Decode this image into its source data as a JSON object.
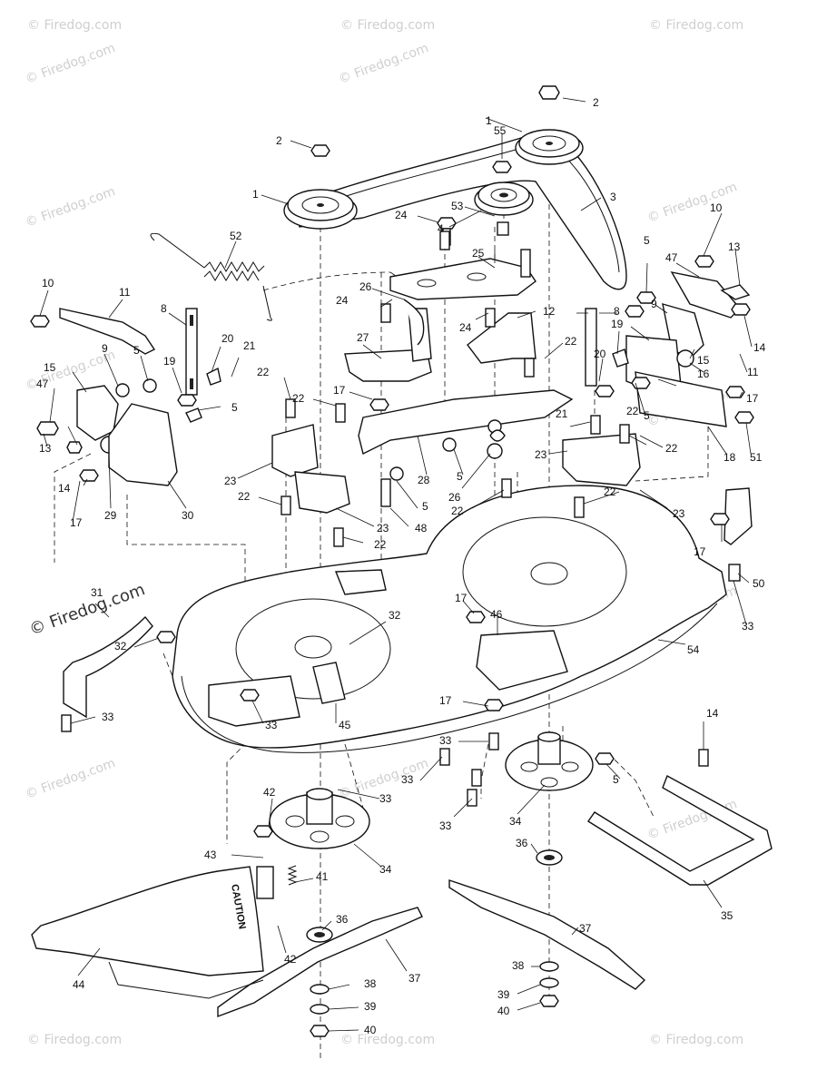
{
  "watermark": {
    "text": "© Firedog.com"
  },
  "decal": {
    "text": "CAUTION"
  },
  "callouts": {
    "p1a": "1",
    "p1b": "1",
    "p2a": "2",
    "p2b": "2",
    "p3": "3",
    "p4": "4",
    "p5a": "5",
    "p5b": "5",
    "p5c": "5",
    "p5d": "5",
    "p5e": "5",
    "p5f": "5",
    "p5g": "5",
    "p8a": "8",
    "p8b": "8",
    "p9a": "9",
    "p9b": "9",
    "p10a": "10",
    "p10b": "10",
    "p11a": "11",
    "p11b": "11",
    "p12": "12",
    "p13a": "13",
    "p13b": "13",
    "p14a": "14",
    "p14b": "14",
    "p14c": "14",
    "p15a": "15",
    "p15b": "15",
    "p16": "16",
    "p17a": "17",
    "p17b": "17",
    "p17c": "17",
    "p17d": "17",
    "p17e": "17",
    "p17f": "17",
    "p18": "18",
    "p19a": "19",
    "p19b": "19",
    "p20a": "20",
    "p20b": "20",
    "p21a": "21",
    "p21b": "21",
    "p22a": "22",
    "p22b": "22",
    "p22c": "22",
    "p22d": "22",
    "p22e": "22",
    "p22f": "22",
    "p22g": "22",
    "p22h": "22",
    "p22i": "22",
    "p23a": "23",
    "p23b": "23",
    "p23c": "23",
    "p23d": "23",
    "p24a": "24",
    "p24b": "24",
    "p24c": "24",
    "p25": "25",
    "p26a": "26",
    "p26b": "26",
    "p27": "27",
    "p28": "28",
    "p29": "29",
    "p30": "30",
    "p31": "31",
    "p32a": "32",
    "p32b": "32",
    "p33a": "33",
    "p33b": "33",
    "p33c": "33",
    "p33d": "33",
    "p33e": "33",
    "p33f": "33",
    "p33g": "33",
    "p33h": "33",
    "p34a": "34",
    "p34b": "34",
    "p35": "35",
    "p36a": "36",
    "p36b": "36",
    "p37a": "37",
    "p37b": "37",
    "p38a": "38",
    "p38b": "38",
    "p39a": "39",
    "p39b": "39",
    "p40a": "40",
    "p40b": "40",
    "p41": "41",
    "p42a": "42",
    "p42b": "42",
    "p43": "43",
    "p44": "44",
    "p45": "45",
    "p46": "46",
    "p47a": "47",
    "p47b": "47",
    "p48": "48",
    "p50": "50",
    "p51": "51",
    "p52": "52",
    "p53": "53",
    "p54": "54",
    "p55": "55"
  }
}
